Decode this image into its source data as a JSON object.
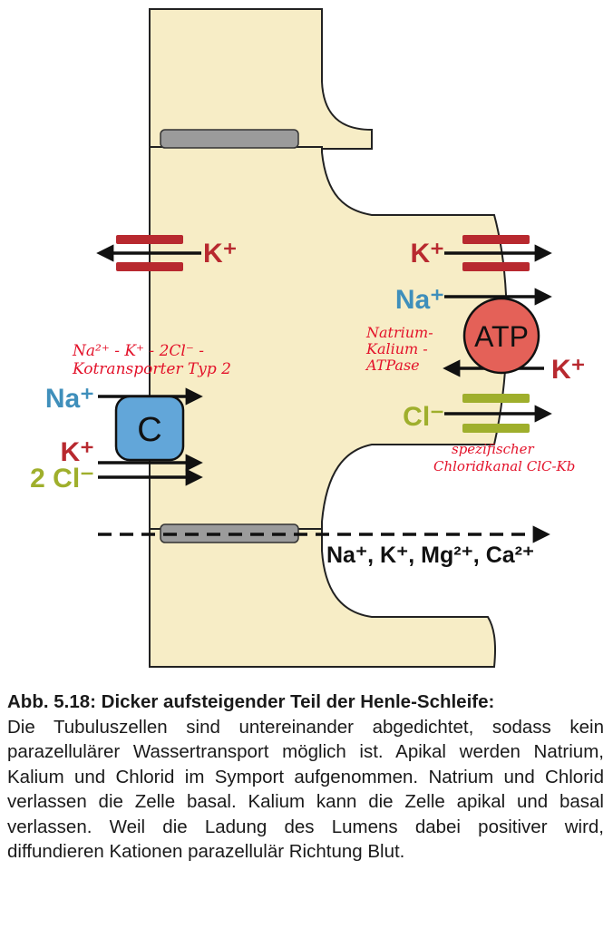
{
  "colors": {
    "cell_fill": "#f7edc6",
    "junction": "#9b9b9b",
    "potassium": "#b8292f",
    "sodium": "#3f8fbb",
    "chloride": "#9faf2c",
    "cotransporter": "#62a6d9",
    "atpase": "#e46158",
    "annotation": "#e3122a"
  },
  "diagram": {
    "luminal": {
      "k_channel_label": "K⁺",
      "cotransporter_symbol": "C",
      "na_label": "Na⁺",
      "k_label": "K⁺",
      "cl_label": "2 Cl⁻",
      "note_line1": "Na²⁺ - K⁺ - 2Cl⁻ -",
      "note_line2": "Kotransporter Typ 2"
    },
    "basolateral": {
      "k_channel_label": "K⁺",
      "na_label": "Na⁺",
      "atp_label": "ATP",
      "k_in_label": "K⁺",
      "cl_label": "Cl⁻",
      "atpase_note": [
        "Natrium-",
        "Kalium -",
        "ATPase"
      ],
      "chloride_note": [
        "spezifischer",
        "Chloridkanal ClC-Kb"
      ]
    },
    "paracellular_label": "Na⁺, K⁺, Mg²⁺, Ca²⁺"
  },
  "caption": {
    "title": "Abb. 5.18: Dicker aufsteigender Teil der Henle-Schleife:",
    "text": "Die Tubuluszellen sind untereinander abgedichtet, sodass kein parazellulärer Wassertransport möglich ist. Apikal werden Natrium, Kalium und Chlorid im Symport aufgenommen. Natrium und Chlorid verlassen die Zelle basal. Kalium kann die Zelle apikal und basal verlassen. Weil die Ladung des Lumens dabei positiver wird, diffundieren Kationen parazellulär Richtung Blut."
  }
}
